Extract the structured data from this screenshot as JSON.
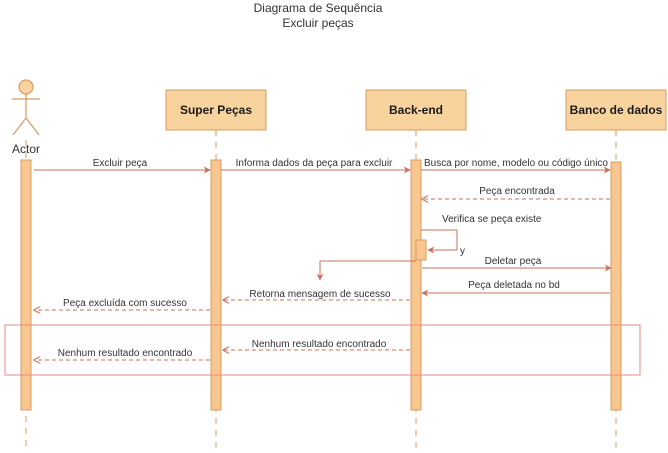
{
  "diagram": {
    "title_line1": "Diagrama de Sequência",
    "title_line2": "Excluir peças",
    "colors": {
      "box_fill": "#f8d39e",
      "box_stroke": "#d79b63",
      "activation_fill": "#f8c78f",
      "arrow": "#c8705a",
      "frame": "#e88a80"
    },
    "actor": {
      "label": "Actor"
    },
    "participants": [
      {
        "label": "Super Peças"
      },
      {
        "label": "Back-end"
      },
      {
        "label": "Banco de dados"
      }
    ],
    "messages": [
      {
        "label": "Excluir peça",
        "style": "solid"
      },
      {
        "label": "Informa dados da peça para excluir",
        "style": "solid"
      },
      {
        "label": "Busca por nome, modelo ou código único",
        "style": "solid"
      },
      {
        "label": "Peça encontrada",
        "style": "dashed"
      },
      {
        "label": "Verifica se peça existe",
        "style": "solid"
      },
      {
        "label": "y",
        "style": "text"
      },
      {
        "label": "Deletar peça",
        "style": "solid"
      },
      {
        "label": "Peça deletada no bd",
        "style": "solid"
      },
      {
        "label": "Retorna mensagem de sucesso",
        "style": "dashed"
      },
      {
        "label": "Peça excluída com sucesso",
        "style": "dashed"
      },
      {
        "label": "Nenhum resultado encontrado",
        "style": "dashed"
      },
      {
        "label": "Nenhum resultado encontrado",
        "style": "dashed"
      }
    ]
  }
}
